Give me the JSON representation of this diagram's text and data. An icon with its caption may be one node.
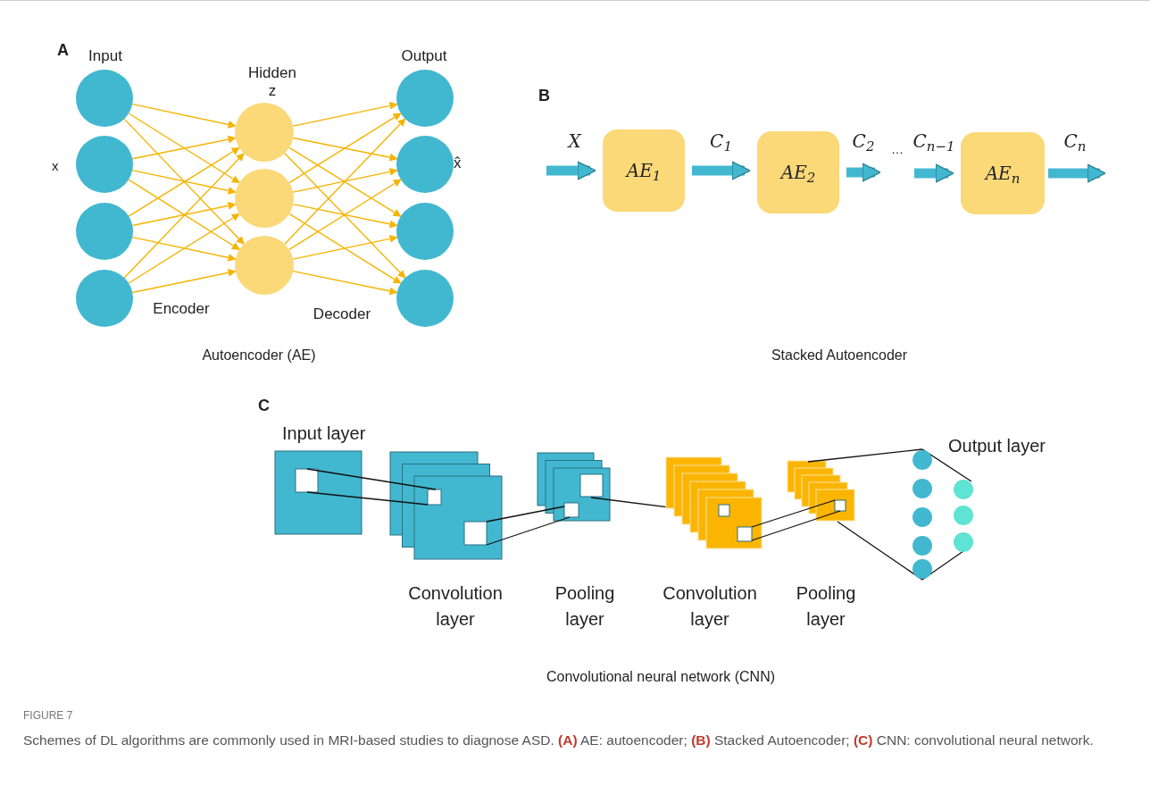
{
  "diagram": {
    "caption": "Schemes of DL algorithms are commonly used in MRI-based studies to diagnose ASD. **(A)** AE: autoencoder; **(B)** Stacked Autoencoder; **(C)** CNN: convolutional neural network.",
    "nodes": [
      {
        "text": [],
        "shape": "circle"
      },
      {
        "text": [],
        "shape": "circle"
      },
      {
        "text": [],
        "shape": "circle"
      },
      {
        "text": [],
        "shape": "circle"
      },
      {
        "text": [],
        "shape": "circle"
      },
      {
        "text": [],
        "shape": "circle"
      },
      {
        "text": [],
        "shape": "circle"
      },
      {
        "text": [],
        "shape": "circle"
      },
      {
        "text": [],
        "shape": "circle"
      },
      {
        "text": [],
        "shape": "circle"
      },
      {
        "text": [],
        "shape": "circle"
      },
      {
        "text": [
          "AE$_{1}$"
        ]
      },
      {
        "text": [
          "AE$_{2}$"
        ]
      },
      {
        "text": [
          "…"
        ]
      },
      {
        "text": [
          "AE$_{n}$"
        ]
      }
    ],
    "edges": [
      {
        "from": 0,
        "to": 4,
        "arrow": "to"
      },
      {
        "from": 0,
        "to": 5,
        "arrow": "to"
      },
      {
        "from": 0,
        "to": 6,
        "arrow": "to"
      },
      {
        "from": 1,
        "to": 4,
        "arrow": "to"
      },
      {
        "from": 1,
        "to": 5,
        "arrow": "to"
      },
      {
        "from": 1,
        "to": 6,
        "arrow": "to"
      },
      {
        "from": 2,
        "to": 4,
        "arrow": "to"
      },
      {
        "from": 2,
        "to": 5,
        "arrow": "to"
      },
      {
        "from": 2,
        "to": 6,
        "arrow": "to"
      },
      {
        "from": 3,
        "to": 4,
        "arrow": "to"
      },
      {
        "from": 3,
        "to": 5,
        "arrow": "to"
      },
      {
        "from": 3,
        "to": 6,
        "arrow": "to"
      },
      {
        "from": 4,
        "to": 7,
        "arrow": "to"
      },
      {
        "from": 4,
        "to": 8,
        "arrow": "to"
      },
      {
        "from": 4,
        "to": 9,
        "arrow": "to"
      },
      {
        "from": 4,
        "to": 10,
        "arrow": "to"
      },
      {
        "from": 5,
        "to": 7,
        "arrow": "to"
      },
      {
        "from": 5,
        "to": 8,
        "arrow": "to"
      },
      {
        "from": 5,
        "to": 9,
        "arrow": "to"
      },
      {
        "from": 5,
        "to": 10,
        "arrow": "to"
      },
      {
        "from": 6,
        "to": 7,
        "arrow": "to"
      },
      {
        "from": 6,
        "to": 8,
        "arrow": "to"
      },
      {
        "from": 6,
        "to": 9,
        "arrow": "to"
      },
      {
        "from": 6,
        "to": 10,
        "arrow": "to"
      },
      {
        "from": null,
        "to": 11,
        "arrow": "to",
        "label": "X",
        "style": "thick",
        "color": "#42b8d0"
      },
      {
        "from": 11,
        "to": 12,
        "arrow": "to",
        "label": "C$_{1}$",
        "style": "thick",
        "color": "#42b8d0"
      },
      {
        "from": 12,
        "to": 13,
        "arrow": "to",
        "label": "C$_{2}$",
        "style": "thick",
        "color": "#42b8d0"
      },
      {
        "from": 13,
        "to": 14,
        "arrow": "to",
        "label": "C$_{n−1}$",
        "style": "thick",
        "color": "#42b8d0"
      },
      {
        "from": 14,
        "to": null,
        "arrow": "to",
        "label": "C$_{n}$",
        "style": "thick",
        "color": "#42b8d0"
      }
    ],
    "labels": [
      "A",
      "Input",
      "Hidden",
      "z",
      "Output",
      "x",
      "x̂",
      "Encoder",
      "Decoder",
      "Autoencoder (AE)",
      "B",
      "Stacked Autoencoder",
      "C",
      "Input layer",
      "Convolution layer",
      "Pooling layer",
      "Convolution layer",
      "Pooling layer",
      "Output layer",
      "Convolutional neural network (CNN)",
      "FIGURE 7"
    ]
  }
}
